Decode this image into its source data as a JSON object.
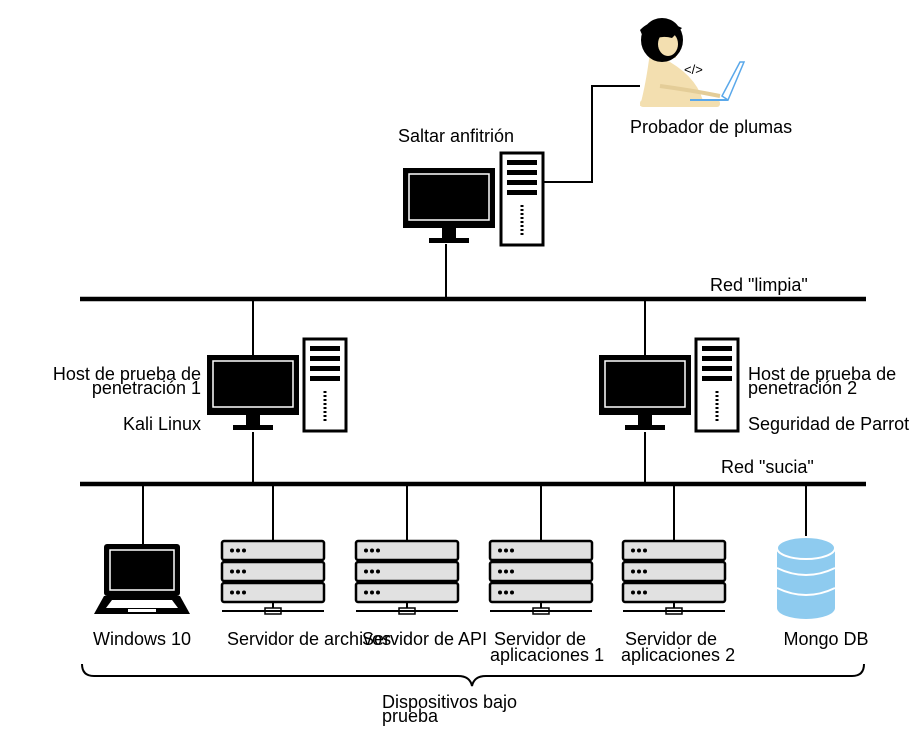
{
  "pentester": {
    "label": "Probador de plumas",
    "code_glyph": "</>"
  },
  "jump_host": {
    "label": "Saltar anfitrión"
  },
  "clean_network": {
    "label": "Red \"limpia\""
  },
  "dirty_network": {
    "label": "Red \"sucia\""
  },
  "pentest_host_1": {
    "label_line1": "Host de prueba de",
    "label_line2": "penetración 1",
    "os": "Kali Linux"
  },
  "pentest_host_2": {
    "label_line1": "Host de prueba de",
    "label_line2": "penetración 2",
    "os": "Seguridad de Parrot"
  },
  "devices": [
    {
      "line1": "Windows 10",
      "line2": ""
    },
    {
      "line1": "Servidor de archivos",
      "line2": ""
    },
    {
      "line1": "Servidor de API",
      "line2": ""
    },
    {
      "line1": "Servidor de",
      "line2": "aplicaciones 1"
    },
    {
      "line1": "Servidor de",
      "line2": "aplicaciones 2"
    },
    {
      "line1": "Mongo DB",
      "line2": ""
    }
  ],
  "group": {
    "line1": "Dispositivos bajo",
    "line2": "prueba"
  },
  "colors": {
    "line": "#000000",
    "server_face": "#e1e1e1",
    "db_blue": "#8ecbef",
    "skin": "#f3dfb0"
  }
}
